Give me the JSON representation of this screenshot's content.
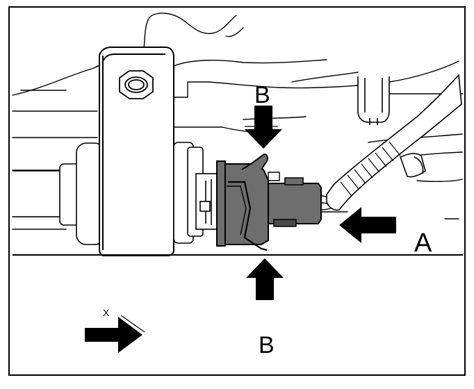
{
  "callouts": {
    "label_a": "A",
    "label_b_top": "B",
    "label_b_bottom": "B",
    "label_x": "X"
  },
  "colors": {
    "frame": "#000000",
    "background": "#ffffff",
    "connector_fill": "#6e6e6e",
    "connector_dark": "#4a4a4a",
    "arrow": "#000000"
  },
  "icons": [
    "arrow-down-icon",
    "arrow-up-icon",
    "arrow-left-icon",
    "arrow-right-icon"
  ]
}
